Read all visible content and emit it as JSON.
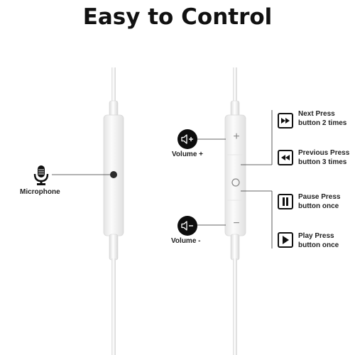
{
  "title": "Easy to Control",
  "labels": {
    "microphone": "Microphone",
    "volume_up": "Volume +",
    "volume_down": "Volume -",
    "next_line1": "Next Press",
    "next_line2": "button 2 times",
    "previous_line1": "Previous Press",
    "previous_line2": "button 3 times",
    "pause_line1": "Pause Press",
    "pause_line2": "button once",
    "play_line1": "Play Press",
    "play_line2": "button once"
  },
  "remote_markings": {
    "plus": "+",
    "minus": "−"
  },
  "icons": {
    "microphone": "microphone-icon",
    "volume_up": "volume-up-icon",
    "volume_down": "volume-down-icon",
    "next": "next-track-icon",
    "previous": "previous-track-icon",
    "pause": "pause-icon",
    "play": "play-icon"
  },
  "colors": {
    "background": "#ffffff",
    "text": "#111111",
    "icon_fill": "#0d0d0d",
    "cable": "#f3f3f3"
  }
}
